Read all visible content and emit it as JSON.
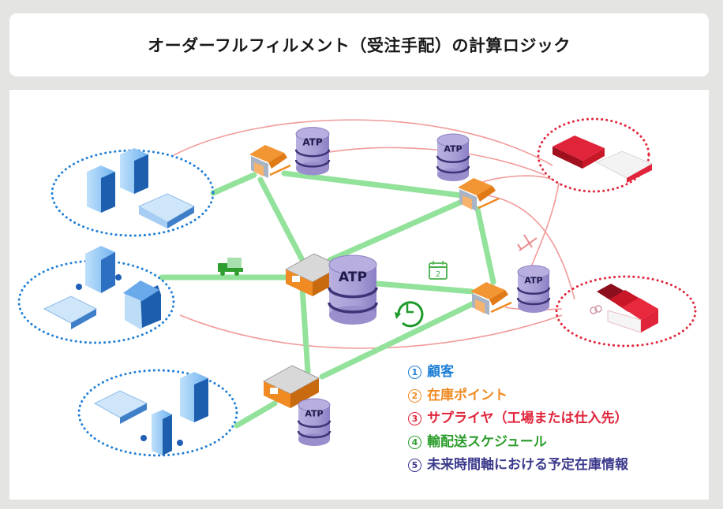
{
  "title": "オーダーフルフィルメント（受注手配）の計算ロジック",
  "colors": {
    "background": "#e4e4e2",
    "customer": "#1f7fd6",
    "inventory": "#f08a22",
    "supplier": "#e0243a",
    "delivery": "#2e9e2e",
    "future_inventory": "#3c3a8c",
    "green_route": "#92e39a",
    "red_route": "#f08f8f",
    "atp": "#9a8fcc"
  },
  "atp_label": "ATP",
  "calendar_day": "2",
  "legend": [
    {
      "num": "1",
      "label": "顧客",
      "color": "#1f7fd6"
    },
    {
      "num": "2",
      "label": "在庫ポイント",
      "color": "#f08a22"
    },
    {
      "num": "3",
      "label": "サプライヤ（工場または仕入先）",
      "color": "#e0243a"
    },
    {
      "num": "4",
      "label": "輸配送スケジュール",
      "color": "#2e9e2e"
    },
    {
      "num": "5",
      "label": "未来時間軸における予定在庫情報",
      "color": "#3c3a8c"
    }
  ],
  "nodes": {
    "customers": [
      "customer-group-top",
      "customer-group-middle",
      "customer-group-bottom"
    ],
    "suppliers": [
      "supplier-group-top",
      "supplier-group-bottom"
    ],
    "inventory_points": [
      "warehouse-top-left",
      "warehouse-top-right",
      "warehouse-middle-right",
      "warehouse-center",
      "warehouse-bottom"
    ],
    "icons": [
      "truck-icon",
      "calendar-icon",
      "clock-icon",
      "airplane-icon"
    ]
  }
}
